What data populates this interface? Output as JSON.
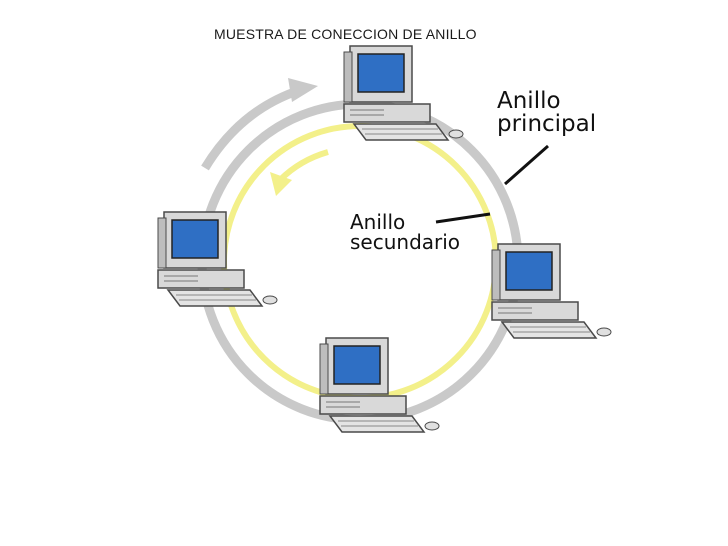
{
  "page": {
    "title": "MUESTRA DE CONECCION DE ANILLO"
  },
  "diagram": {
    "labels": {
      "primary_ring_line1": "Anillo",
      "primary_ring_line2": "principal",
      "secondary_ring_line1": "Anillo",
      "secondary_ring_line2": "secundario"
    },
    "colors": {
      "primary_ring": "#c9c9c9",
      "secondary_ring": "#f3f08a",
      "screen": "#2f6fc4",
      "monitor_body": "#d8d8d8",
      "outline": "#4a4a4a"
    },
    "icons": [
      "computer-icon",
      "computer-icon",
      "computer-icon",
      "computer-icon",
      "arrow-icon",
      "arrow-icon"
    ]
  }
}
